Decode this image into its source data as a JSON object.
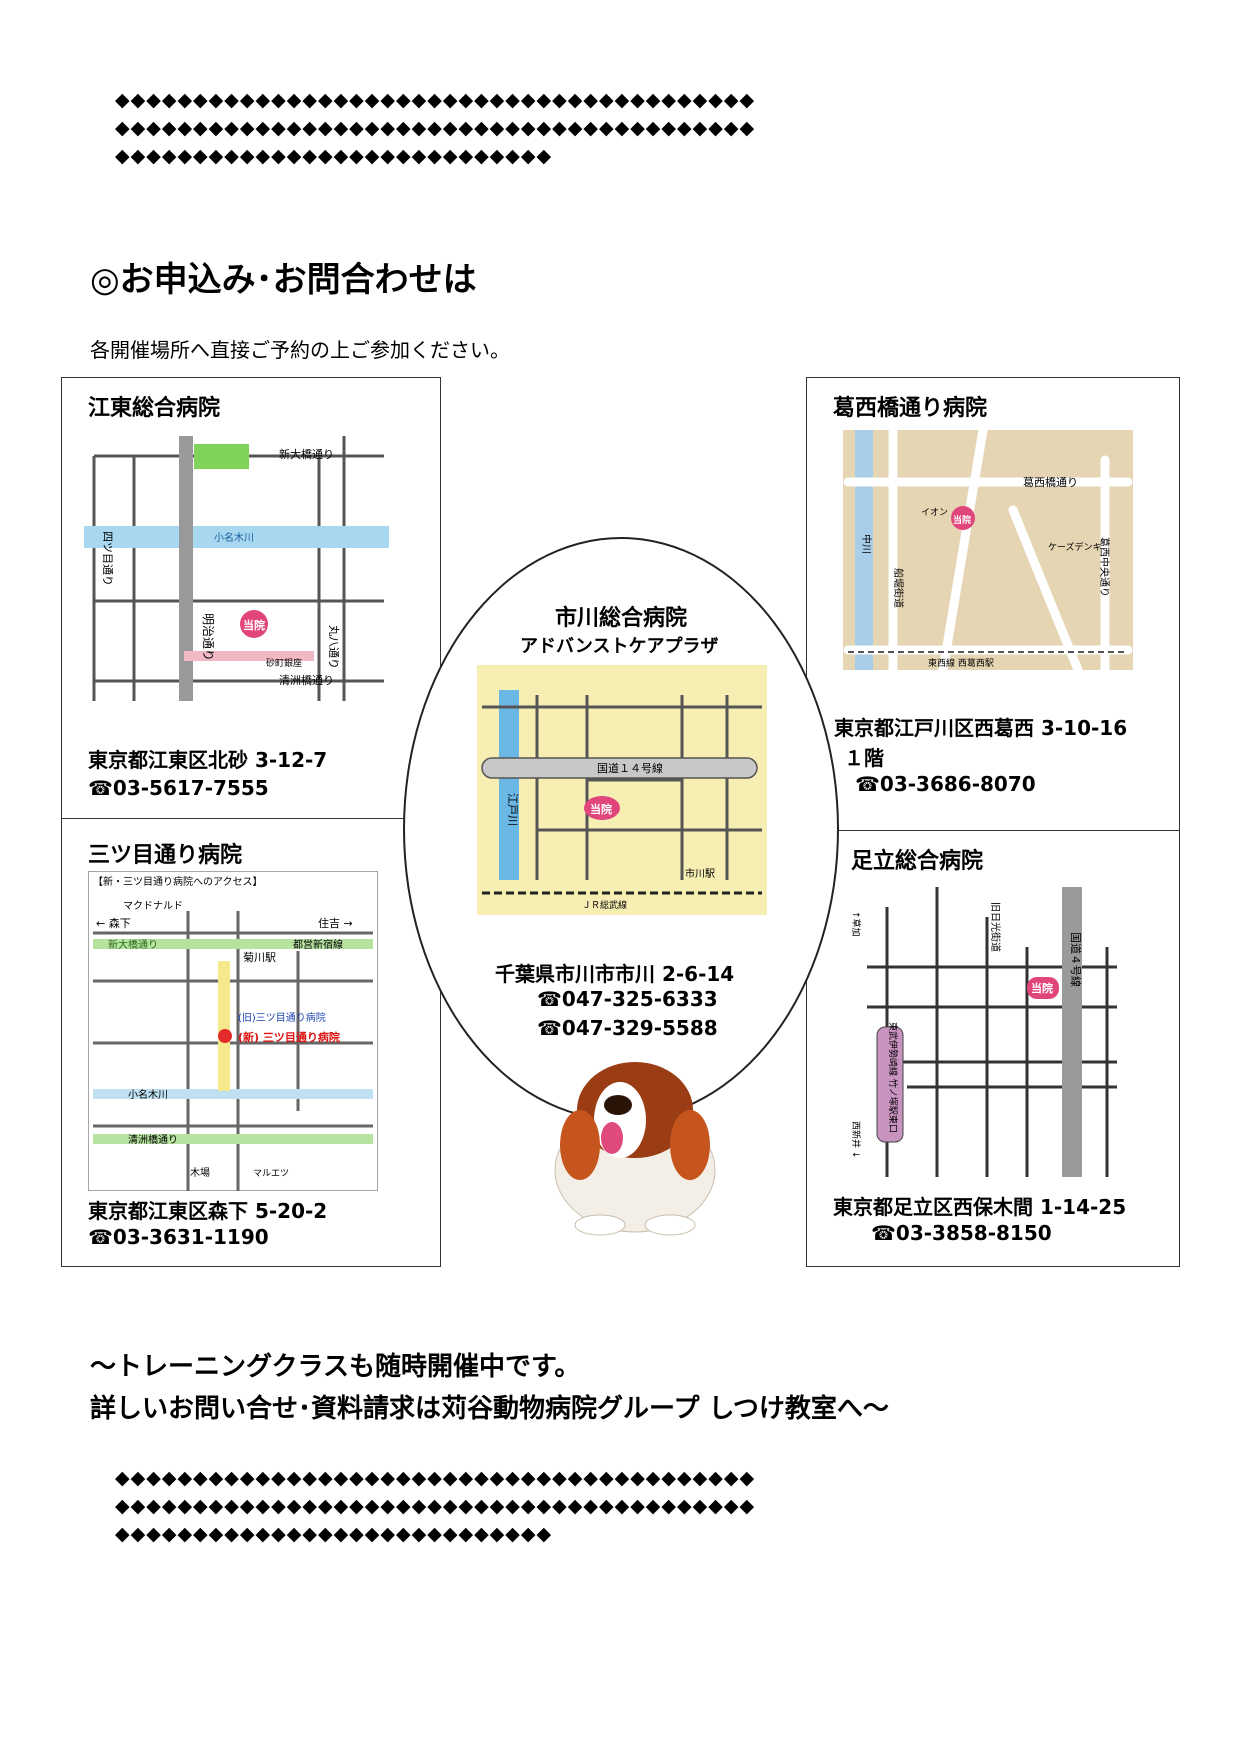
{
  "decor": {
    "diamond_row_long": "◆◆◆◆◆◆◆◆◆◆◆◆◆◆◆◆◆◆◆◆◆◆◆◆◆◆◆◆◆◆◆◆◆◆◆◆◆◆◆◆◆",
    "diamond_row_short": "◆◆◆◆◆◆◆◆◆◆◆◆◆◆◆◆◆◆◆◆◆◆◆◆◆◆◆◆"
  },
  "heading": "◎お申込み･お問合わせは",
  "intro": "各開催場所へ直接ご予約の上ご参加ください。",
  "hospitals": {
    "koto": {
      "name": "江東総合病院",
      "address": "東京都江東区北砂 3-12-7",
      "phone": "☎03-5617-7555",
      "map_labels": {
        "shin_ohashi": "新大橋通り",
        "yotsume": "四ツ目通り",
        "meiji": "明治通り",
        "onagi": "小名木川",
        "maruhachi": "丸八通り",
        "kiyosumi": "清洲橋通り",
        "sunamachi": "砂町銀座",
        "here": "当院"
      }
    },
    "mitsume": {
      "name": "三ツ目通り病院",
      "address": "東京都江東区森下 5-20-2",
      "phone": "☎03-3631-1190",
      "map_labels": {
        "header": "【新・三ツ目通り病院へのアクセス】",
        "mcdonalds": "マクドナルド",
        "morishita": "← 森下",
        "sumiyoshi": "住吉 →",
        "kikukawa_st": "菊川駅",
        "shin_ohashi": "新大橋通り",
        "toei": "都営新宿線",
        "old": "(旧)三ツ目通り病院",
        "new": "(新) 三ツ目通り病院",
        "onagi": "小名木川",
        "kiyosumi": "清洲橋通り",
        "kiba": "木場",
        "maruetsu": "マルエツ"
      }
    },
    "ichikawa": {
      "name": "市川総合病院",
      "subname": "アドバンストケアプラザ",
      "address": "千葉県市川市市川 2-6-14",
      "phone1": "☎047-325-6333",
      "phone2": "☎047-329-5588",
      "map_labels": {
        "route14": "国道１４号線",
        "edogawa": "江戸川",
        "ichikawa_st": "市川駅",
        "jr": "ＪＲ総武線",
        "here": "当院"
      }
    },
    "kasai": {
      "name": "葛西橋通り病院",
      "address": "東京都江戸川区西葛西 3-10-16",
      "floor": "１階",
      "phone": "☎03-3686-8070",
      "map_labels": {
        "kasaibashi": "葛西橋通り",
        "nakagawa": "中川",
        "funabori": "船堀街道",
        "kasai_chuo": "葛西中央通り",
        "tozai": "東西線 西葛西駅",
        "aeon": "イオン",
        "ks": "ケーズデンキ",
        "here": "当院"
      }
    },
    "adachi": {
      "name": "足立総合病院",
      "address": "東京都足立区西保木間 1-14-25",
      "phone": "☎03-3858-8150",
      "map_labels": {
        "route4": "国道４号線",
        "nikko": "旧日光街道",
        "tobu": "東武伊勢崎線 竹ノ塚駅東口",
        "soka": "↑草加",
        "nishiarai": "西新井 ↓",
        "here": "当院"
      }
    }
  },
  "closing": {
    "line1": "～トレーニングクラスも随時開催中です。",
    "line2": "詳しいお問い合せ･資料請求は苅谷動物病院グループ しつけ教室へ～"
  }
}
